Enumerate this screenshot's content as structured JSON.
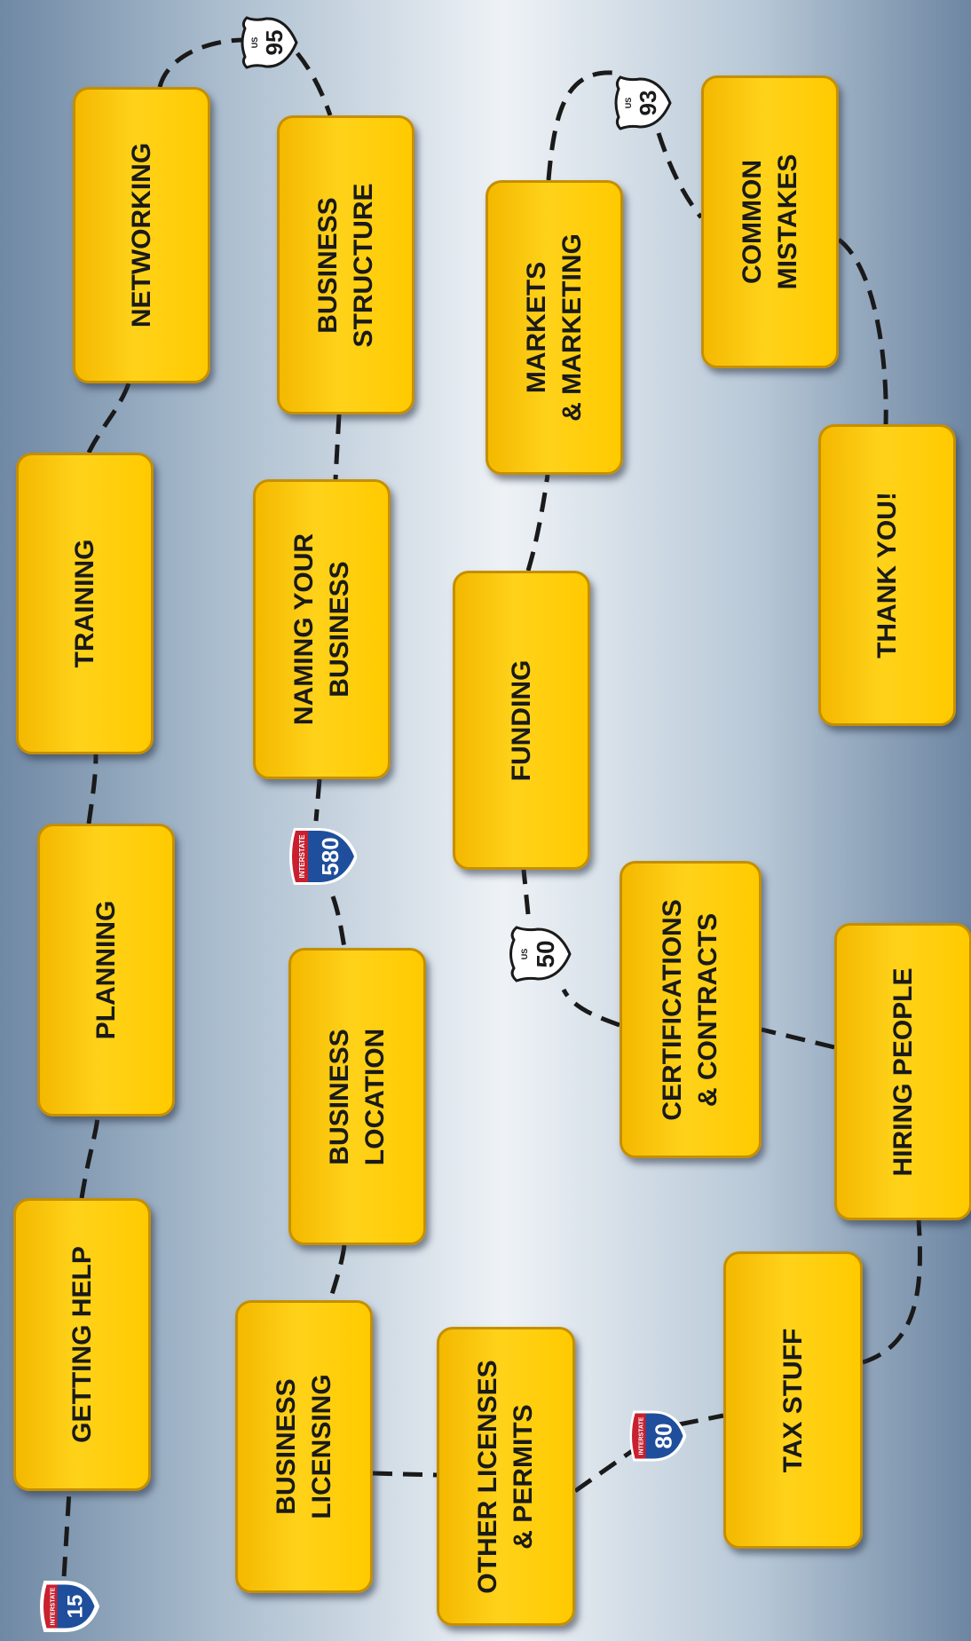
{
  "steps": [
    {
      "label": "GETTING HELP"
    },
    {
      "label": "PLANNING"
    },
    {
      "label": "TRAINING"
    },
    {
      "label": "NETWORKING"
    },
    {
      "label": "BUSINESS\nSTRUCTURE"
    },
    {
      "label": "NAMING YOUR\nBUSINESS"
    },
    {
      "label": "BUSINESS\nLOCATION"
    },
    {
      "label": "BUSINESS\nLICENSING"
    },
    {
      "label": "OTHER LICENSES\n& PERMITS"
    },
    {
      "label": "TAX STUFF"
    },
    {
      "label": "HIRING PEOPLE"
    },
    {
      "label": "CERTIFICATIONS\n& CONTRACTS"
    },
    {
      "label": "FUNDING"
    },
    {
      "label": "MARKETS\n& MARKETING"
    },
    {
      "label": "COMMON\nMISTAKES"
    },
    {
      "label": "THANK YOU!"
    }
  ],
  "signs": {
    "i15": {
      "header": "INTERSTATE",
      "number": "15"
    },
    "us95": {
      "prefix": "US",
      "number": "95"
    },
    "i580": {
      "header": "INTERSTATE",
      "number": "580"
    },
    "i80": {
      "header": "INTERSTATE",
      "number": "80"
    },
    "us50": {
      "prefix": "US",
      "number": "50"
    },
    "us93": {
      "prefix": "US",
      "number": "93"
    }
  },
  "colors": {
    "box_fill": "#ffd21a",
    "box_border": "#c58f00",
    "interstate_blue": "#1f4e9c",
    "interstate_red": "#c8202f",
    "road_line": "#1a1a1a"
  }
}
